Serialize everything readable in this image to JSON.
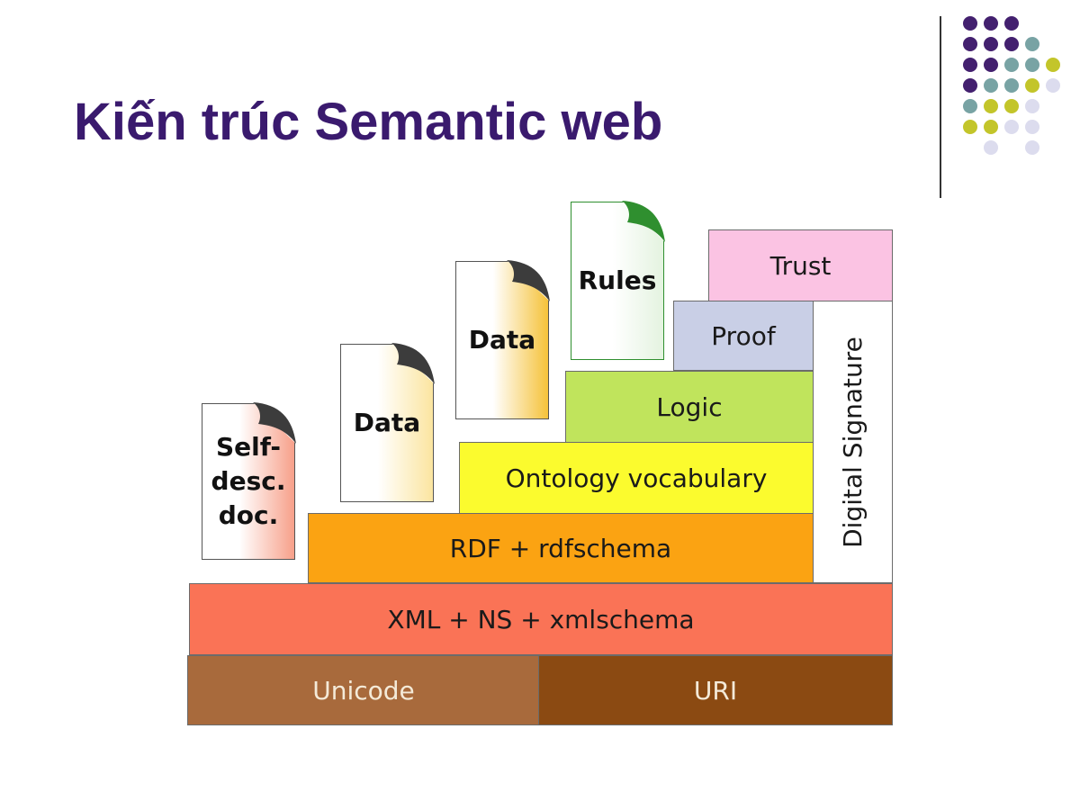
{
  "title": "Kiến trúc Semantic web",
  "colors": {
    "title": "#3a1a6e",
    "dot_purple": "#43206f",
    "dot_teal": "#78a3a4",
    "dot_olive": "#c3c52a",
    "dot_lavender": "#dcdcee"
  },
  "layers": {
    "unicode": {
      "label": "Unicode",
      "color": "#a86a3c"
    },
    "uri": {
      "label": "URI",
      "color": "#8b4a12"
    },
    "xml": {
      "label": "XML + NS + xmlschema",
      "color": "#fa7356"
    },
    "rdf": {
      "label": "RDF + rdfschema",
      "color": "#fba312"
    },
    "ontology": {
      "label": "Ontology vocabulary",
      "color": "#fbfb2e"
    },
    "logic": {
      "label": "Logic",
      "color": "#c0e45c"
    },
    "proof": {
      "label": "Proof",
      "color": "#c9cfe6"
    },
    "trust": {
      "label": "Trust",
      "color": "#fbc3e3"
    },
    "digital_signature": {
      "label": "Digital Signature",
      "color": "#ffffff"
    }
  },
  "documents": {
    "self_desc": {
      "label": "Self-\ndesc.\ndoc.",
      "accent": "#f7a08a"
    },
    "data_1": {
      "label": "Data",
      "accent": "#fbe5a0"
    },
    "data_2": {
      "label": "Data",
      "accent": "#f5c23a"
    },
    "rules": {
      "label": "Rules",
      "accent": "#3aa63a"
    }
  }
}
